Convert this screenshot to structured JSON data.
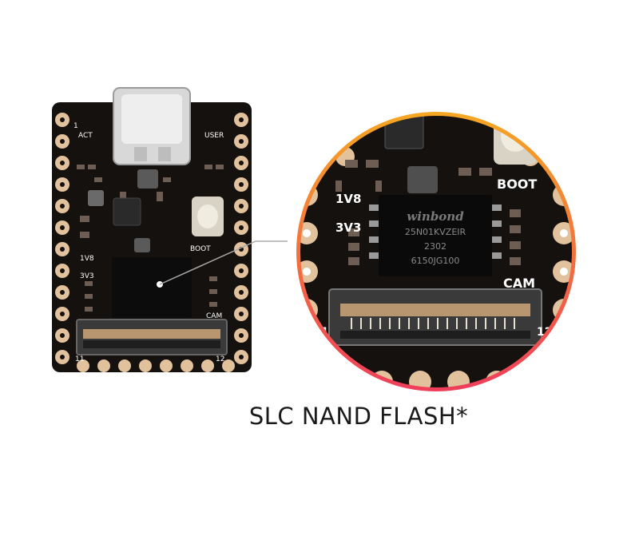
{
  "caption": "SLC NAND FLASH*",
  "board": {
    "pin_left_top": "1",
    "pin_bottom_left": "11",
    "pin_bottom_right": "12",
    "label_act": "ACT",
    "label_user": "USER",
    "label_boot": "BOOT",
    "label_1v8": "1V8",
    "label_3v3": "3V3",
    "label_cam": "CAM"
  },
  "chip": {
    "brand": "winbond",
    "part": "25N01KVZEIR",
    "date": "2302",
    "lot": "6150JG100"
  },
  "colors": {
    "pcb": "#15110f",
    "pad_gold": "#e2c29c",
    "ring_top": "#f6a623",
    "ring_bottom": "#ef3e5a"
  }
}
